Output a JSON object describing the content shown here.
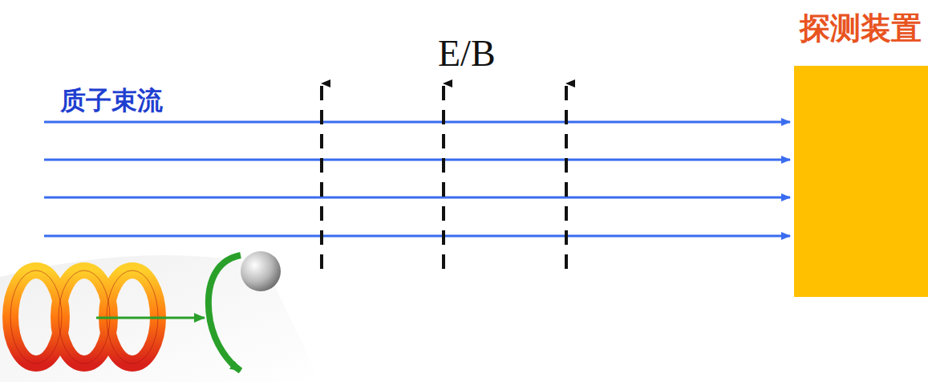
{
  "diagram": {
    "nodes": [
      {
        "text": [
          "探测装置"
        ]
      }
    ],
    "labels": [
      "质子束流",
      "E/B"
    ]
  }
}
